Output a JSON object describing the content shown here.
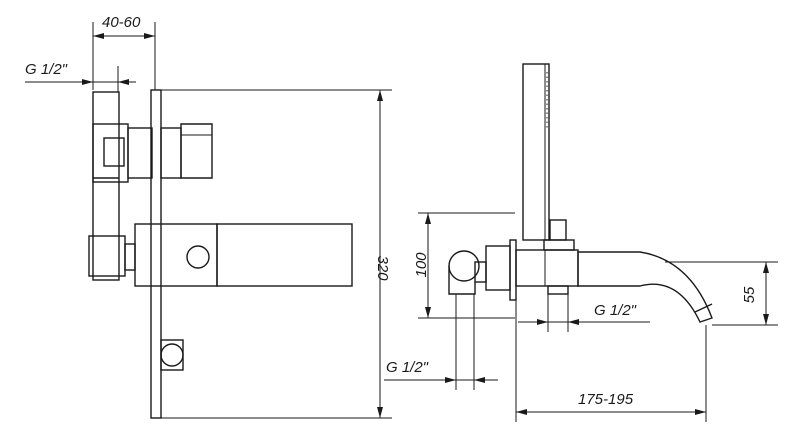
{
  "dimensions": {
    "depth_range": "40-60",
    "thread_left": "G 1/2\"",
    "height_total": "320",
    "height_side": "100",
    "thread_center": "G 1/2\"",
    "thread_bottom": "G 1/2\"",
    "spout_drop": "55",
    "spout_reach": "175-195"
  }
}
